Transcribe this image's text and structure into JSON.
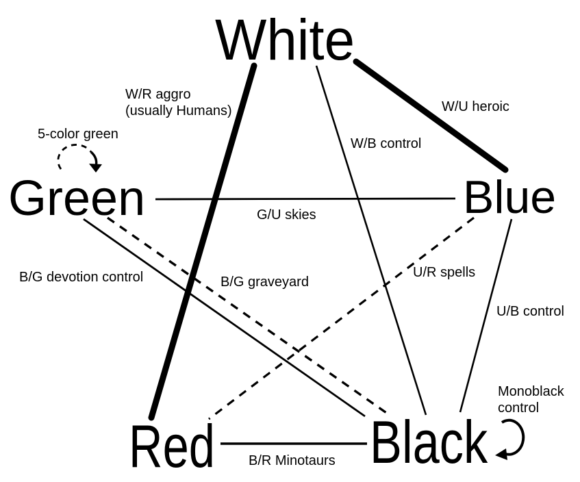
{
  "background_color": "#ffffff",
  "ink_color": "#000000",
  "diagram": {
    "description_type": "node-link diagram",
    "nodes": [
      {
        "label": "White"
      },
      {
        "label": "Green"
      },
      {
        "label": "Blue"
      },
      {
        "label": "Red"
      },
      {
        "label": "Black"
      }
    ],
    "edges": [
      {
        "from": "White",
        "to": "Blue",
        "style": "thick-solid",
        "label": "W/U heroic"
      },
      {
        "from": "White",
        "to": "Red",
        "style": "thick-solid",
        "label": "W/R aggro",
        "label2": "(usually Humans)"
      },
      {
        "from": "White",
        "to": "Black",
        "style": "thin-solid",
        "label": "W/B control"
      },
      {
        "from": "Green",
        "to": "Blue",
        "style": "thin-solid",
        "label": "G/U skies"
      },
      {
        "from": "Blue",
        "to": "Black",
        "style": "thin-solid",
        "label": "U/B control"
      },
      {
        "from": "Blue",
        "to": "Red",
        "style": "dashed",
        "label": "U/R spells"
      },
      {
        "from": "Green",
        "to": "Black",
        "style": "thin-solid",
        "label": "B/G devotion control"
      },
      {
        "from": "Green",
        "to": "Black",
        "style": "dashed",
        "label": "B/G graveyard"
      },
      {
        "from": "Red",
        "to": "Black",
        "style": "thin-solid",
        "label": "B/R Minotaurs"
      }
    ],
    "self_loops": [
      {
        "node": "Green",
        "style": "dashed-circle-arrow",
        "label": "5-color green"
      },
      {
        "node": "Black",
        "style": "solid-circle-arrow",
        "label": "Monoblack",
        "label2": "control"
      }
    ]
  }
}
